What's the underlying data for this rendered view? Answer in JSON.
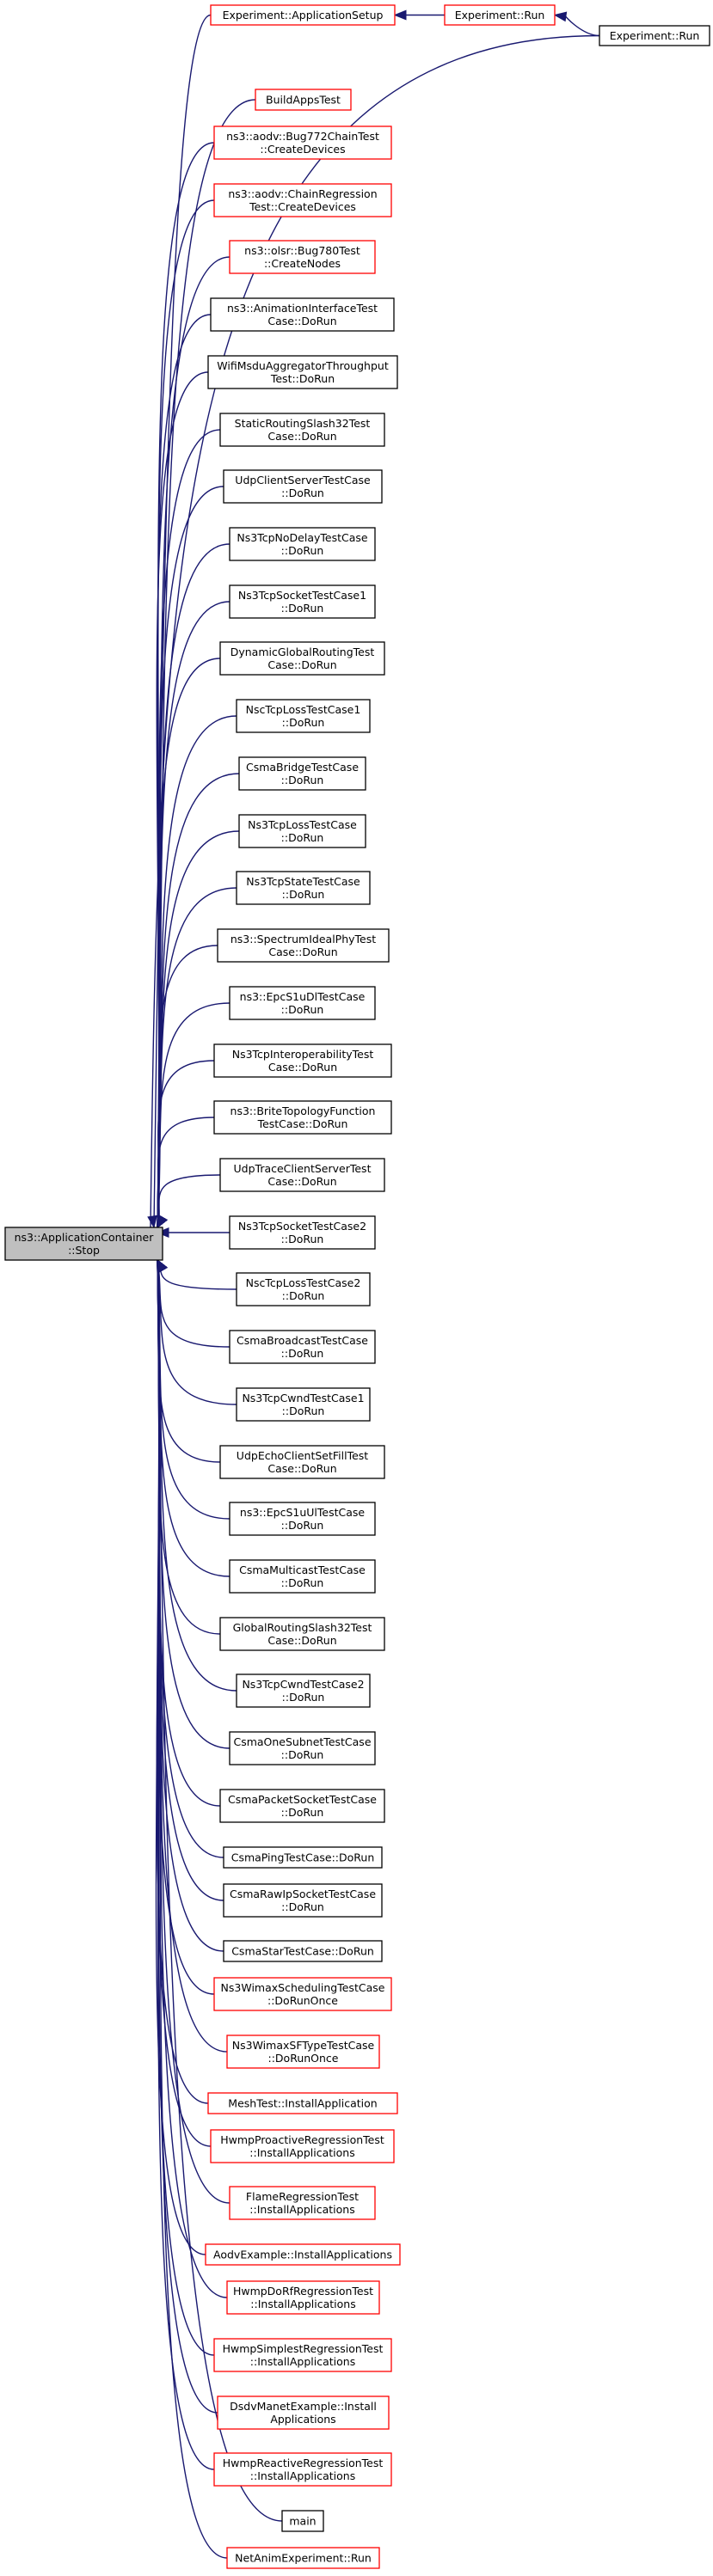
{
  "colors": {
    "edge": "#191970",
    "node_border": "#000000",
    "link_border": "#ff0000",
    "root_fill": "#bfbfbf"
  },
  "root": {
    "lines": [
      "ns3::ApplicationContainer",
      "::Stop"
    ]
  },
  "upstream": [
    {
      "id": "appsetup",
      "lines": [
        "Experiment::ApplicationSetup"
      ],
      "border": "red"
    },
    {
      "id": "exprun1",
      "lines": [
        "Experiment::Run"
      ],
      "border": "red"
    },
    {
      "id": "exprun2",
      "lines": [
        "Experiment::Run"
      ],
      "border": "black"
    }
  ],
  "callers": [
    {
      "lines": [
        "BuildAppsTest"
      ],
      "border": "red"
    },
    {
      "lines": [
        "ns3::aodv::Bug772ChainTest",
        "::CreateDevices"
      ],
      "border": "red"
    },
    {
      "lines": [
        "ns3::aodv::ChainRegression",
        "Test::CreateDevices"
      ],
      "border": "red"
    },
    {
      "lines": [
        "ns3::olsr::Bug780Test",
        "::CreateNodes"
      ],
      "border": "red"
    },
    {
      "lines": [
        "ns3::AnimationInterfaceTest",
        "Case::DoRun"
      ],
      "border": "black"
    },
    {
      "lines": [
        "WifiMsduAggregatorThroughput",
        "Test::DoRun"
      ],
      "border": "black"
    },
    {
      "lines": [
        "StaticRoutingSlash32Test",
        "Case::DoRun"
      ],
      "border": "black"
    },
    {
      "lines": [
        "UdpClientServerTestCase",
        "::DoRun"
      ],
      "border": "black"
    },
    {
      "lines": [
        "Ns3TcpNoDelayTestCase",
        "::DoRun"
      ],
      "border": "black"
    },
    {
      "lines": [
        "Ns3TcpSocketTestCase1",
        "::DoRun"
      ],
      "border": "black"
    },
    {
      "lines": [
        "DynamicGlobalRoutingTest",
        "Case::DoRun"
      ],
      "border": "black"
    },
    {
      "lines": [
        "NscTcpLossTestCase1",
        "::DoRun"
      ],
      "border": "black"
    },
    {
      "lines": [
        "CsmaBridgeTestCase",
        "::DoRun"
      ],
      "border": "black"
    },
    {
      "lines": [
        "Ns3TcpLossTestCase",
        "::DoRun"
      ],
      "border": "black"
    },
    {
      "lines": [
        "Ns3TcpStateTestCase",
        "::DoRun"
      ],
      "border": "black"
    },
    {
      "lines": [
        "ns3::SpectrumIdealPhyTest",
        "Case::DoRun"
      ],
      "border": "black"
    },
    {
      "lines": [
        "ns3::EpcS1uDlTestCase",
        "::DoRun"
      ],
      "border": "black"
    },
    {
      "lines": [
        "Ns3TcpInteroperabilityTest",
        "Case::DoRun"
      ],
      "border": "black"
    },
    {
      "lines": [
        "ns3::BriteTopologyFunction",
        "TestCase::DoRun"
      ],
      "border": "black"
    },
    {
      "lines": [
        "UdpTraceClientServerTest",
        "Case::DoRun"
      ],
      "border": "black"
    },
    {
      "lines": [
        "Ns3TcpSocketTestCase2",
        "::DoRun"
      ],
      "border": "black"
    },
    {
      "lines": [
        "NscTcpLossTestCase2",
        "::DoRun"
      ],
      "border": "black"
    },
    {
      "lines": [
        "CsmaBroadcastTestCase",
        "::DoRun"
      ],
      "border": "black"
    },
    {
      "lines": [
        "Ns3TcpCwndTestCase1",
        "::DoRun"
      ],
      "border": "black"
    },
    {
      "lines": [
        "UdpEchoClientSetFillTest",
        "Case::DoRun"
      ],
      "border": "black"
    },
    {
      "lines": [
        "ns3::EpcS1uUlTestCase",
        "::DoRun"
      ],
      "border": "black"
    },
    {
      "lines": [
        "CsmaMulticastTestCase",
        "::DoRun"
      ],
      "border": "black"
    },
    {
      "lines": [
        "GlobalRoutingSlash32Test",
        "Case::DoRun"
      ],
      "border": "black"
    },
    {
      "lines": [
        "Ns3TcpCwndTestCase2",
        "::DoRun"
      ],
      "border": "black"
    },
    {
      "lines": [
        "CsmaOneSubnetTestCase",
        "::DoRun"
      ],
      "border": "black"
    },
    {
      "lines": [
        "CsmaPacketSocketTestCase",
        "::DoRun"
      ],
      "border": "black"
    },
    {
      "lines": [
        "CsmaPingTestCase::DoRun"
      ],
      "border": "black"
    },
    {
      "lines": [
        "CsmaRawIpSocketTestCase",
        "::DoRun"
      ],
      "border": "black"
    },
    {
      "lines": [
        "CsmaStarTestCase::DoRun"
      ],
      "border": "black"
    },
    {
      "lines": [
        "Ns3WimaxSchedulingTestCase",
        "::DoRunOnce"
      ],
      "border": "red"
    },
    {
      "lines": [
        "Ns3WimaxSFTypeTestCase",
        "::DoRunOnce"
      ],
      "border": "red"
    },
    {
      "lines": [
        "MeshTest::InstallApplication"
      ],
      "border": "red"
    },
    {
      "lines": [
        "HwmpProactiveRegressionTest",
        "::InstallApplications"
      ],
      "border": "red"
    },
    {
      "lines": [
        "FlameRegressionTest",
        "::InstallApplications"
      ],
      "border": "red"
    },
    {
      "lines": [
        "AodvExample::InstallApplications"
      ],
      "border": "red"
    },
    {
      "lines": [
        "HwmpDoRfRegressionTest",
        "::InstallApplications"
      ],
      "border": "red"
    },
    {
      "lines": [
        "HwmpSimplestRegressionTest",
        "::InstallApplications"
      ],
      "border": "red"
    },
    {
      "lines": [
        "DsdvManetExample::Install",
        "Applications"
      ],
      "border": "red"
    },
    {
      "lines": [
        "HwmpReactiveRegressionTest",
        "::InstallApplications"
      ],
      "border": "red"
    },
    {
      "lines": [
        "main"
      ],
      "border": "black"
    },
    {
      "lines": [
        "NetAnimExperiment::Run"
      ],
      "border": "red"
    }
  ]
}
